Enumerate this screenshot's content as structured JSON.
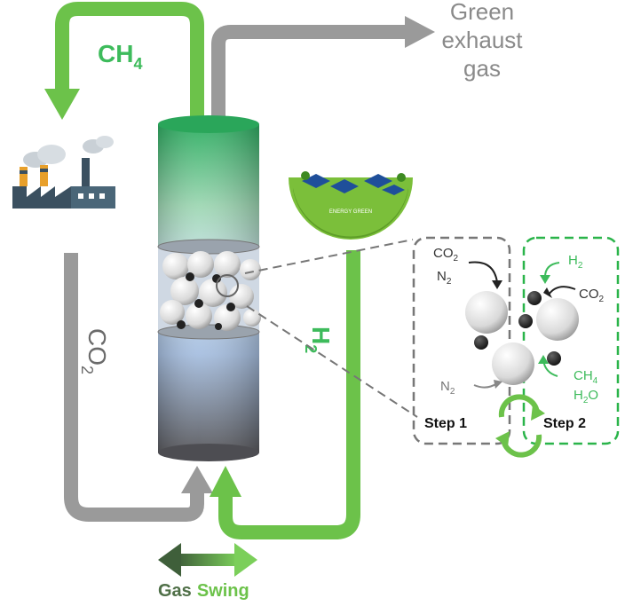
{
  "labels": {
    "ch4_top": {
      "main": "CH",
      "sub": "4"
    },
    "exhaust_line1": "Green",
    "exhaust_line2": "exhaust",
    "exhaust_line3": "gas",
    "co2_left": {
      "main": "CO",
      "sub": "2"
    },
    "h2_right": {
      "main": "H",
      "sub": "2"
    },
    "energy_green": "ENERGY GREEN",
    "gas_swing": {
      "word1": "Gas",
      "word2": "Swing"
    }
  },
  "inset": {
    "step1": {
      "label": "Step 1",
      "gas_in_1": {
        "main": "CO",
        "sub": "2"
      },
      "gas_in_2": {
        "main": "N",
        "sub": "2"
      },
      "gas_out": {
        "main": "N",
        "sub": "2"
      }
    },
    "step2": {
      "label": "Step 2",
      "gas_in": {
        "main": "H",
        "sub": "2"
      },
      "gas_out_1": {
        "main": "CO",
        "sub": "2"
      },
      "gas_out_2": {
        "main": "CH",
        "sub": "4"
      },
      "gas_out_3": {
        "main": "H",
        "sub": "2",
        "tail": "O"
      }
    }
  },
  "colors": {
    "green": "#6cc24a",
    "green_text": "#3dbb5b",
    "gray": "#9a9a9a",
    "dark_gray": "#555555",
    "dashed_green": "#2ab44a",
    "dashed_gray": "#777777"
  },
  "icons": [
    "factory-icon",
    "wind-turbine-icon",
    "solar-panel-icon",
    "reactor-column-icon"
  ]
}
